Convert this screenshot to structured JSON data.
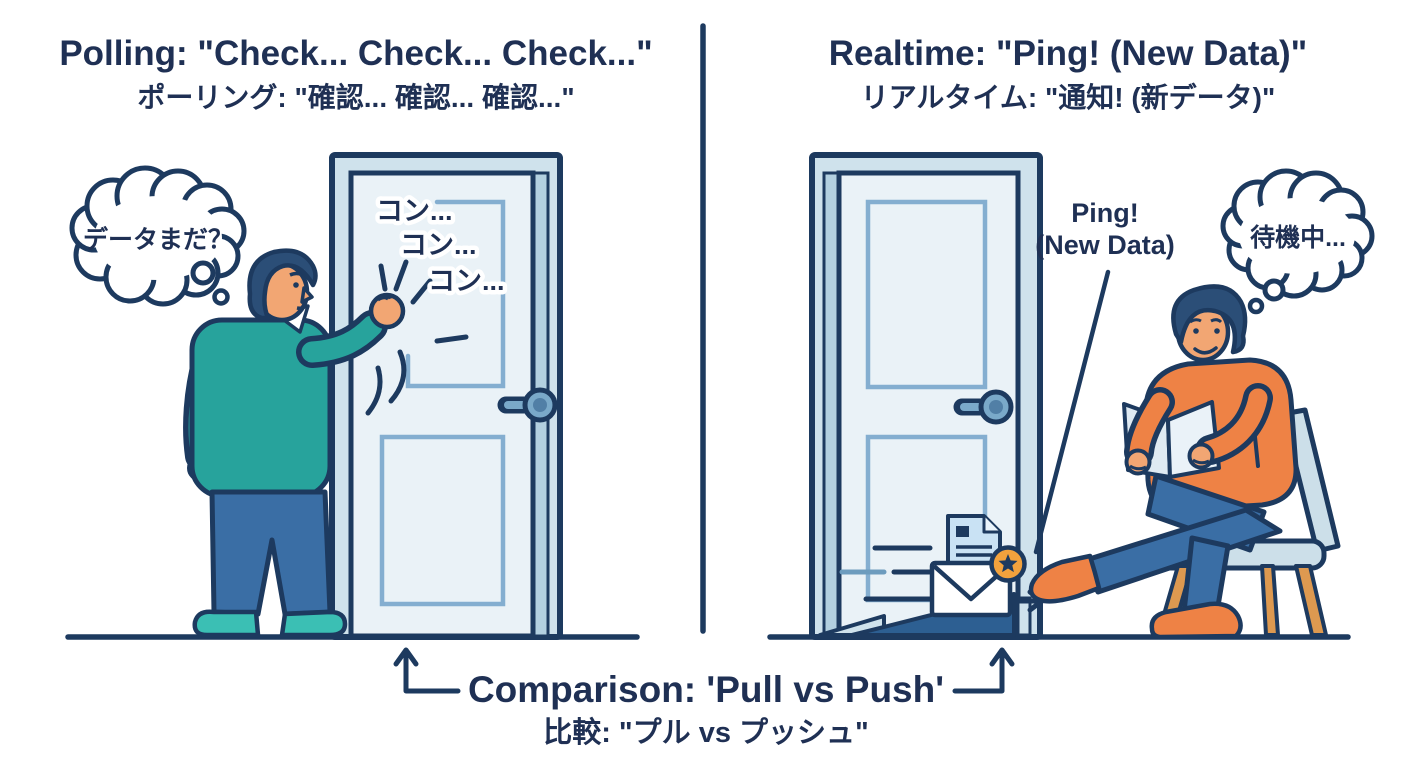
{
  "illustration": {
    "left": {
      "title": "Polling: \"Check... Check... Check...\"",
      "subtitle_jp": "ポーリング: \"確認... 確認... 確認...\"",
      "thought_bubble": "データまだ？",
      "knock_sounds": [
        "コン...",
        "コン...",
        "コン..."
      ]
    },
    "right": {
      "title": "Realtime: \"Ping! (New Data)\"",
      "subtitle_jp": "リアルタイム: \"通知! (新データ)\"",
      "thought_bubble": "待機中...",
      "ping_label_line1": "Ping!",
      "ping_label_line2": "(New Data)"
    },
    "caption": {
      "en": "Comparison: 'Pull vs Push'",
      "jp": "比較: \"プル vs プッシュ\""
    },
    "colors": {
      "outline_navy": "#1d3a5f",
      "text_navy": "#1f3054",
      "teal_sweater": "#27a39c",
      "teal_shoes": "#3bbfb4",
      "jeans_blue": "#3a6ea5",
      "skin": "#f2a673",
      "hair_navy": "#2b4e77",
      "orange_sweater": "#ee8245",
      "badge_orange": "#f2a23d",
      "door_frame": "#cfe2ec",
      "door_face": "#eaf2f7",
      "door_edge": "#b3d0e0",
      "panel_line": "#84aed0",
      "handle_blue": "#7aa9c9",
      "handle_core": "#517fa6",
      "chair_blue": "#ccdfe9",
      "chair_leg_tan": "#dd9950",
      "document_blue": "#c9e2f4",
      "wedge_blue": "#2d5f92",
      "speed_line_blue": "#6d9cbe",
      "book_blue": "#dfeaf2"
    }
  }
}
